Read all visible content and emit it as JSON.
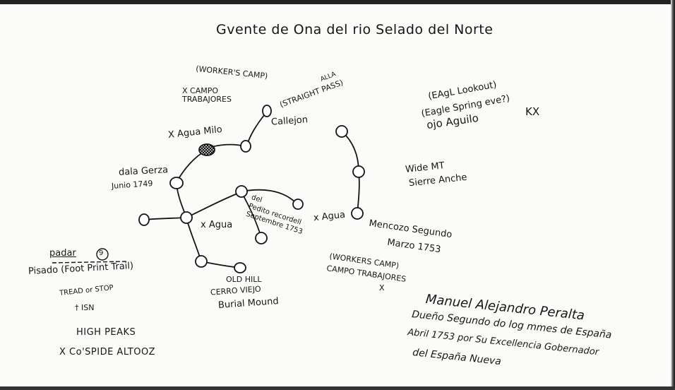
{
  "title": "Gvente de Ona del rio Selado del Norte",
  "labels": {
    "workers_camp_top": "(WORKER'S CAMP)",
    "campo_trabajores_top": "X CAMPO\nTRABAJORES",
    "straight_pass": "(STRAIGHT PASS)",
    "alla": "ALLA",
    "callejon": "Callejon",
    "agua_milo": "X Agua Milo",
    "eagle_lookout": "(EAgL Lookout)",
    "eagle_spring": "(Eagle Spring eve?)",
    "kx": "KX",
    "ojo_aguilo": "ojo Aguilo",
    "wide_mt": "Wide MT",
    "sierra_anche": "Sierre Anche",
    "dala_gerza": "dala Gerza",
    "junio": "Junio 1749",
    "del_pedito": "del\nPedito recordell\nSeptembre 1753",
    "x_agua_mid": "x Agua",
    "x_agua_right": "x Agua",
    "mencozo": "Mencozo Segundo",
    "marzo": "Marzo 1753",
    "workers_camp_bottom": "(WORKERS CAMP)",
    "campo_trabajores_bottom": "CAMPO TRABAJORES",
    "x_mark": "X",
    "old_hill": "OLD HILL",
    "cerro_viejo": "CERRO VIEJO",
    "burial_mound": "Burial Mound",
    "padar": "padar",
    "circle_num": "9",
    "pisado": "Pisado (Foot Print Trail)",
    "tread_or_stop": "TREAD or STOP",
    "isn": "† ISN",
    "high_peaks": "HIGH PEAKS",
    "cuspide": "X Co'SPIDE ALTOOZ"
  },
  "signature": {
    "line1": "Manuel Alejandro Peralta",
    "line2": "Dueño Segundo do log mmes de España",
    "line3": "Abril 1753 por Su Excellencia Gobernador",
    "line4": "del España Nueva"
  }
}
